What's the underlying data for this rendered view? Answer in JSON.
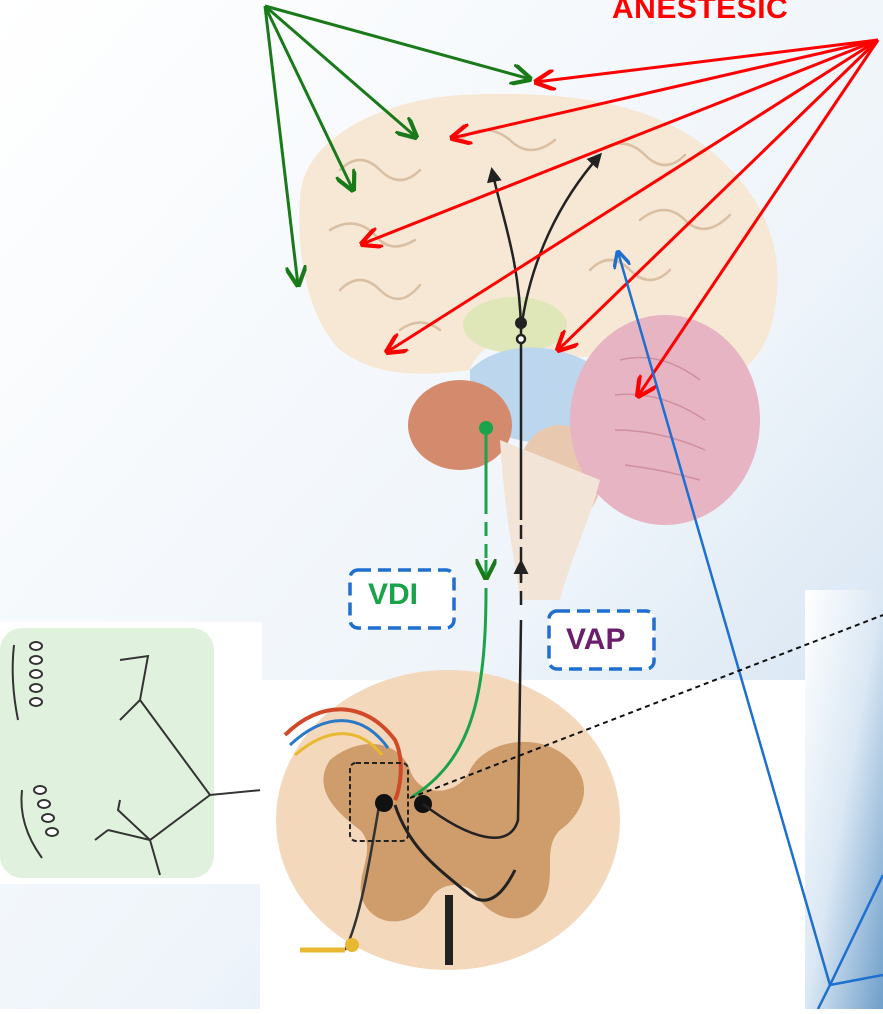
{
  "title": "ANESTESIC",
  "labels": {
    "descending_pathway": "VDI",
    "ascending_pathway": "VAP"
  },
  "colors": {
    "title": "#ff0000",
    "red_arrows": "#ff0000",
    "green_arrows": "#1a7a1a",
    "blue_arrows": "#1e6fd0",
    "vdi_label": "#1aa34a",
    "vap_label": "#6b1f6b",
    "dashed_box": "#1e6fd0"
  }
}
